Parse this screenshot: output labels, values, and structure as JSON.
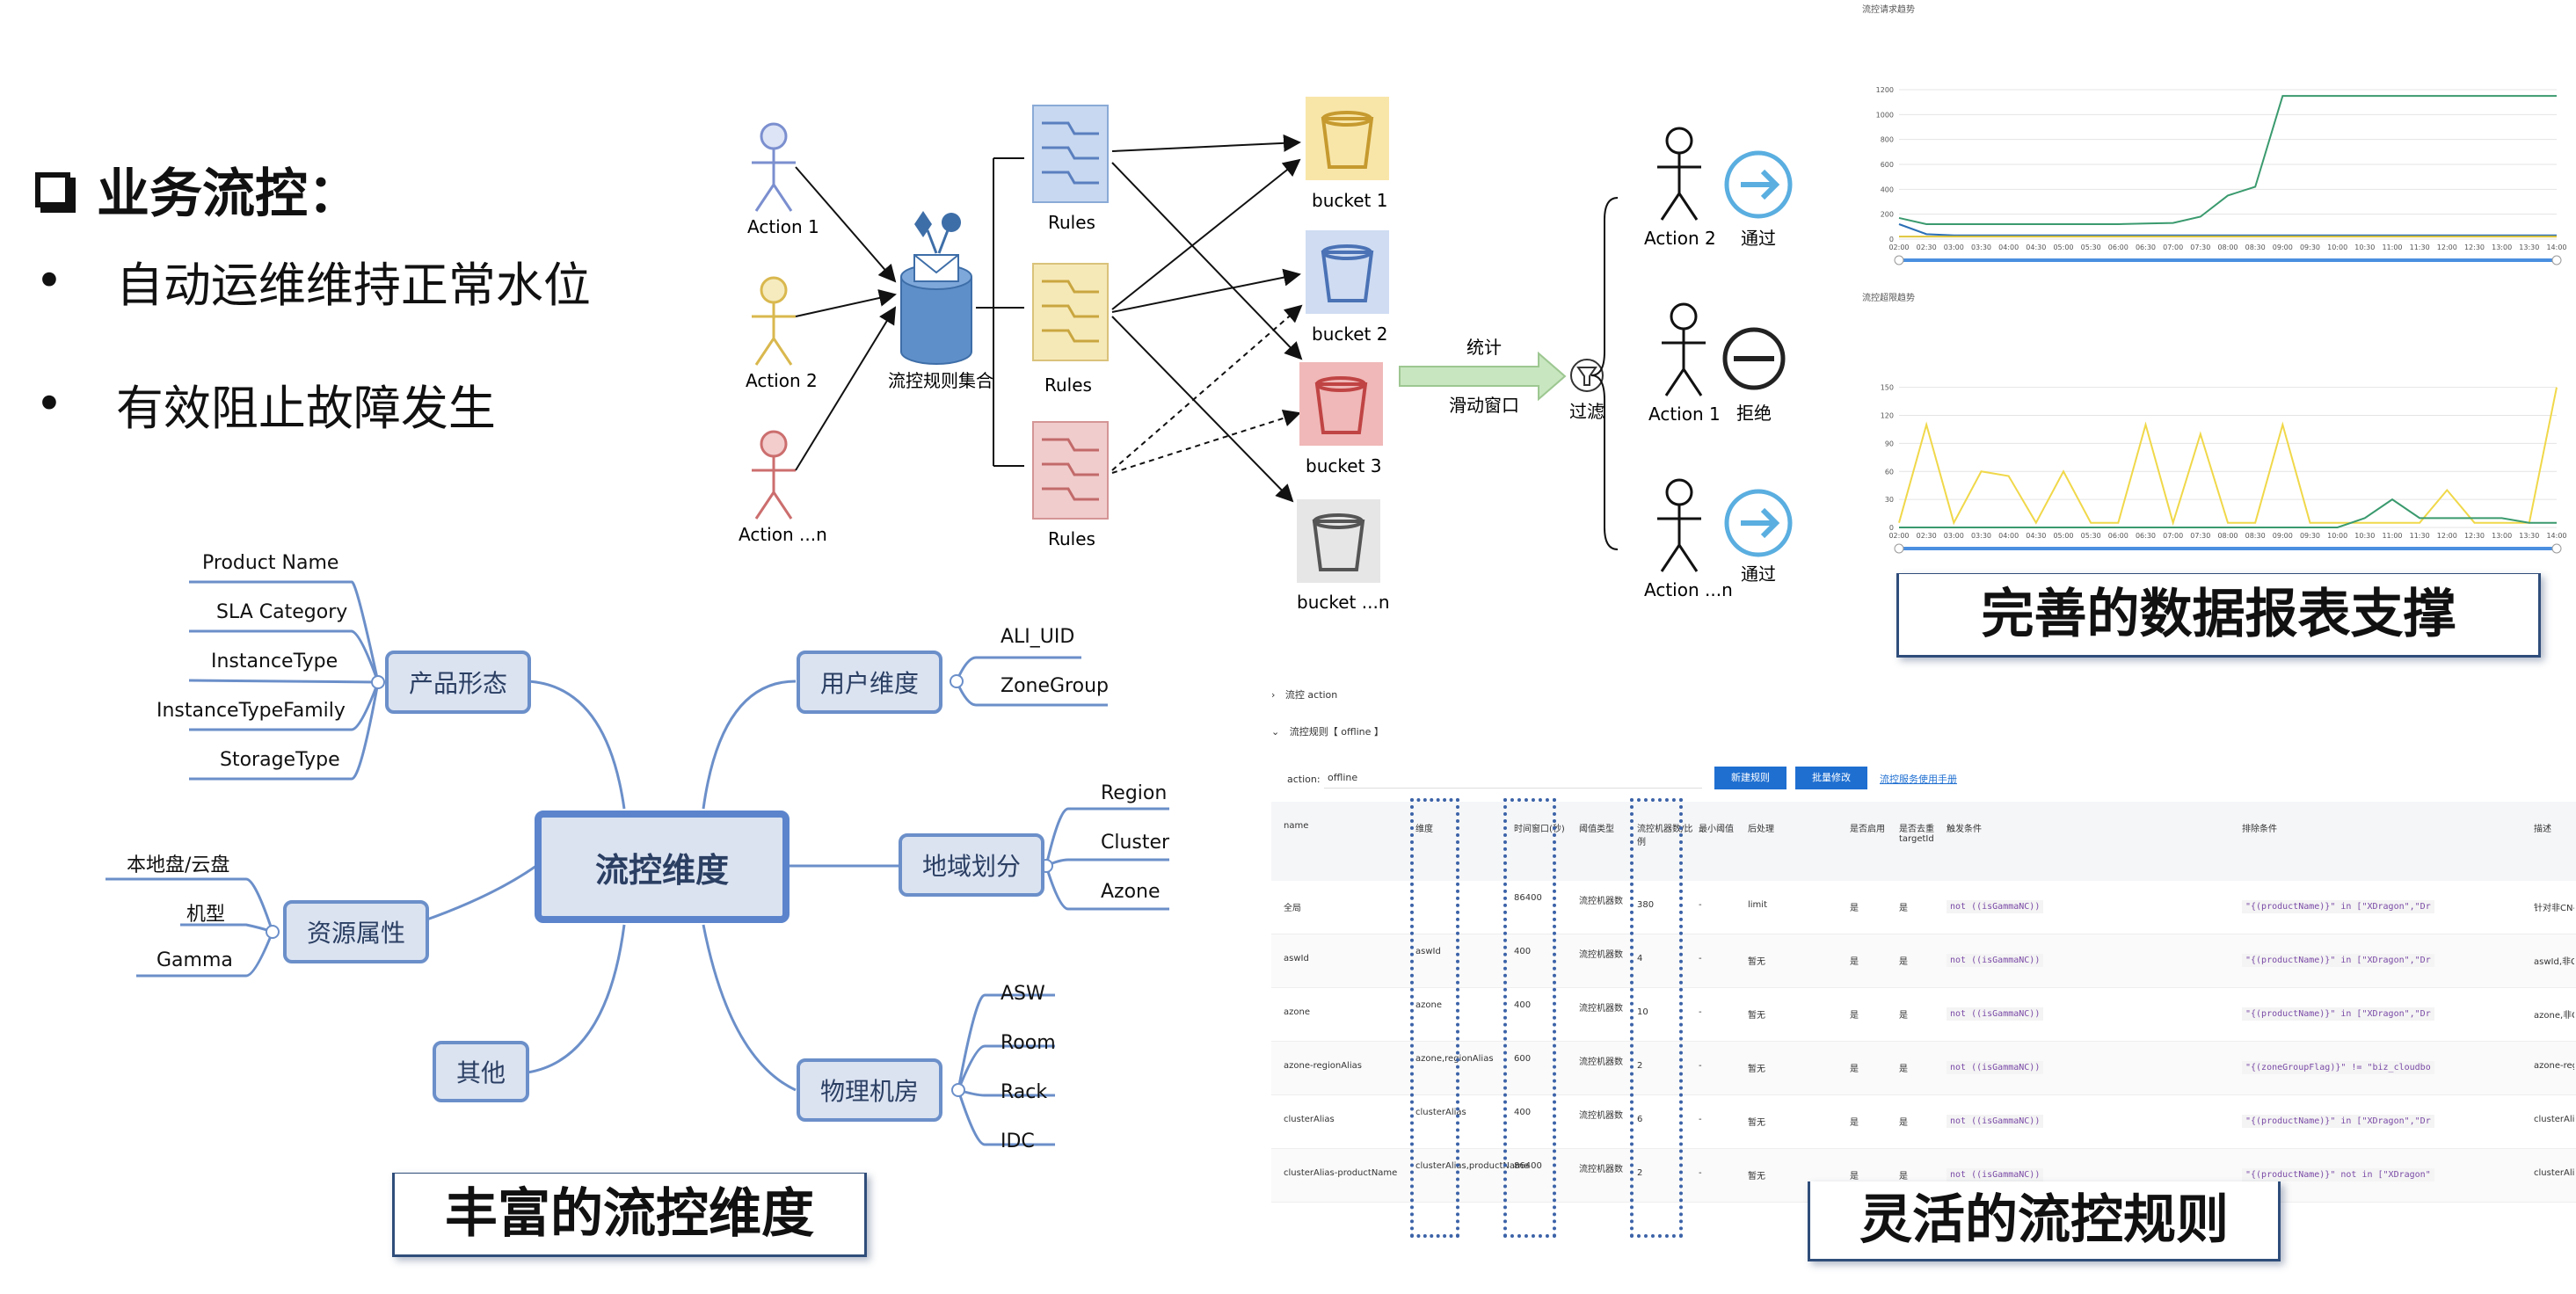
{
  "header": {
    "title": "业务流控：",
    "bullets": [
      "自动运维维持正常水位",
      "有效阻止故障发生"
    ]
  },
  "flow_diagram": {
    "actions": [
      "Action 1",
      "Action 2",
      "Action ...n"
    ],
    "rule_set_label": "流控规则集合",
    "rules_labels": [
      "Rules",
      "Rules",
      "Rules"
    ],
    "buckets": [
      "bucket 1",
      "bucket 2",
      "bucket 3",
      "bucket ...n"
    ],
    "stat_label": "统计",
    "window_label": "滑动窗口",
    "filter_label": "过滤",
    "outcomes": [
      {
        "action": "Action 2",
        "result": "通过",
        "icon": "arrow-right-circle-icon"
      },
      {
        "action": "Action 1",
        "result": "拒绝",
        "icon": "no-entry-icon"
      },
      {
        "action": "Action ...n",
        "result": "通过",
        "icon": "arrow-right-circle-icon"
      }
    ],
    "colors": {
      "blue": "#6d9bd1",
      "yellow": "#f3e2a1",
      "red": "#e8a7a7",
      "gray": "#cfcfcf",
      "arrow_green": "#c8e6c0"
    }
  },
  "charts_caption": "完善的数据报表支撑",
  "chart_data": [
    {
      "type": "line",
      "title": "流控请求趋势",
      "x": [
        "02:00",
        "02:30",
        "03:00",
        "03:30",
        "04:00",
        "04:30",
        "05:00",
        "05:30",
        "06:00",
        "06:30",
        "07:00",
        "07:30",
        "08:00",
        "08:30",
        "09:00",
        "09:30",
        "10:00",
        "10:30",
        "11:00",
        "11:30",
        "12:00",
        "12:30",
        "13:00",
        "13:30",
        "14:00"
      ],
      "yticks": [
        0,
        200,
        400,
        600,
        800,
        1000,
        1200
      ],
      "ylim": [
        0,
        1200
      ],
      "series": [
        {
          "values": [
            170,
            120,
            120,
            120,
            120,
            120,
            120,
            120,
            120,
            125,
            130,
            180,
            350,
            420,
            1150,
            1150,
            1150,
            1150,
            1150,
            1150,
            1150,
            1150,
            1150,
            1150,
            1150
          ],
          "color": "#3a9a6e"
        },
        {
          "values": [
            120,
            40,
            30,
            30,
            30,
            30,
            30,
            30,
            30,
            30,
            30,
            30,
            30,
            30,
            30,
            30,
            30,
            30,
            30,
            30,
            30,
            30,
            30,
            30,
            30
          ],
          "color": "#2b6fb5"
        },
        {
          "values": [
            20,
            20,
            20,
            20,
            20,
            20,
            20,
            20,
            20,
            20,
            20,
            20,
            20,
            20,
            20,
            20,
            20,
            20,
            20,
            20,
            20,
            20,
            20,
            20,
            20
          ],
          "color": "#e0c43a"
        }
      ]
    },
    {
      "type": "line",
      "title": "流控超限趋势",
      "x": [
        "02:00",
        "02:30",
        "03:00",
        "03:30",
        "04:00",
        "04:30",
        "05:00",
        "05:30",
        "06:00",
        "06:30",
        "07:00",
        "07:30",
        "08:00",
        "08:30",
        "09:00",
        "09:30",
        "10:00",
        "10:30",
        "11:00",
        "11:30",
        "12:00",
        "12:30",
        "13:00",
        "13:30",
        "14:00"
      ],
      "yticks": [
        0,
        30,
        60,
        90,
        120,
        150
      ],
      "ylim": [
        0,
        160
      ],
      "series": [
        {
          "values": [
            5,
            110,
            5,
            60,
            55,
            5,
            60,
            5,
            5,
            110,
            5,
            100,
            5,
            5,
            110,
            5,
            5,
            5,
            5,
            5,
            40,
            5,
            5,
            5,
            150
          ],
          "color": "#f0d84a"
        },
        {
          "values": [
            0,
            0,
            0,
            0,
            0,
            0,
            0,
            0,
            0,
            0,
            0,
            0,
            0,
            0,
            0,
            0,
            0,
            10,
            30,
            10,
            10,
            10,
            10,
            5,
            5
          ],
          "color": "#3a9a6e"
        }
      ]
    }
  ],
  "mindmap": {
    "center": "流控维度",
    "caption": "丰富的流控维度",
    "branches": [
      {
        "label": "产品形态",
        "leaves": [
          "Product Name",
          "SLA Category",
          "InstanceType",
          "InstanceTypeFamily",
          "StorageType"
        ]
      },
      {
        "label": "资源属性",
        "leaves": [
          "本地盘/云盘",
          "机型",
          "Gamma"
        ]
      },
      {
        "label": "其他",
        "leaves": []
      },
      {
        "label": "用户维度",
        "leaves": [
          "ALI_UID",
          "ZoneGroup"
        ]
      },
      {
        "label": "地域划分",
        "leaves": [
          "Region",
          "Cluster",
          "Azone"
        ]
      },
      {
        "label": "物理机房",
        "leaves": [
          "ASW",
          "Room",
          "Rack",
          "IDC"
        ]
      }
    ]
  },
  "rules_table": {
    "caption": "灵活的流控规则",
    "section1": "流控 action",
    "section2": "流控规则【 offline 】",
    "action_label": "action:",
    "action_value": "offline",
    "btn_new": "新建规则",
    "btn_batch": "批量修改",
    "manual_link": "流控服务使用手册",
    "headers": [
      "name",
      "维度",
      "时间窗口(秒)",
      "阈值类型",
      "流控机器数/比例",
      "最小阈值",
      "后处理",
      "是否启用",
      "是否去重 targetId",
      "触发条件",
      "排除条件",
      "描述"
    ],
    "rows": [
      [
        "全局",
        "",
        "86400",
        "流控机器数",
        "380",
        "-",
        "limit",
        "是",
        "是",
        "not ((isGammaNC))",
        "\"{(productName)}\" in [\"XDragon\",\"Dr",
        "针对非CN-非Gamma"
      ],
      [
        "aswId",
        "aswId",
        "400",
        "流控机器数",
        "4",
        "-",
        "暂无",
        "是",
        "是",
        "not ((isGammaNC))",
        "\"{(productName)}\" in [\"XDragon\",\"Dr",
        "aswId,非G"
      ],
      [
        "azone",
        "azone",
        "400",
        "流控机器数",
        "10",
        "-",
        "暂无",
        "是",
        "是",
        "not ((isGammaNC))",
        "\"{(productName)}\" in [\"XDragon\",\"Dr",
        "azone,非G"
      ],
      [
        "azone-regionAlias",
        "azone,regionAlias",
        "600",
        "流控机器数",
        "2",
        "-",
        "暂无",
        "是",
        "是",
        "not ((isGammaNC))",
        "\"{(zoneGroupFlag)}\" != \"biz_cloudbo",
        "azone-regi"
      ],
      [
        "clusterAlias",
        "clusterAlias",
        "400",
        "流控机器数",
        "6",
        "-",
        "暂无",
        "是",
        "是",
        "not ((isGammaNC))",
        "\"{(productName)}\" in [\"XDragon\",\"Dr",
        "clusterAlia"
      ],
      [
        "clusterAlias-productName",
        "clusterAlias,productName",
        "86400",
        "流控机器数",
        "2",
        "-",
        "暂无",
        "是",
        "是",
        "not ((isGammaNC))",
        "\"{(productName)}\" not in [\"XDragon\"",
        "clusterAlia"
      ]
    ]
  }
}
